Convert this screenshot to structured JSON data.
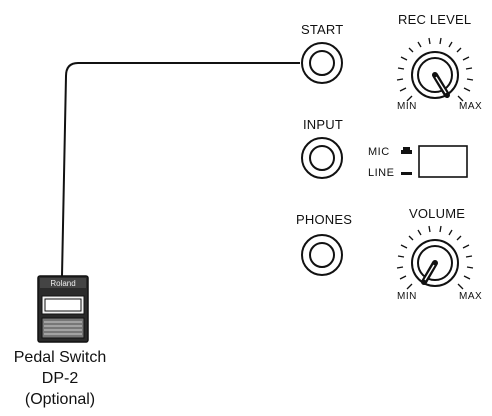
{
  "jacks": {
    "start": "START",
    "input": "INPUT",
    "phones": "PHONES"
  },
  "rec_level": {
    "label": "REC LEVEL",
    "min": "MIN",
    "max": "MAX"
  },
  "volume": {
    "label": "VOLUME",
    "min": "MIN",
    "max": "MAX"
  },
  "input_switch": {
    "mic": "MIC",
    "line": "LINE"
  },
  "pedal": {
    "brand": "Roland",
    "caption_line1": "Pedal Switch",
    "caption_line2": "DP-2",
    "caption_line3": "(Optional)"
  }
}
